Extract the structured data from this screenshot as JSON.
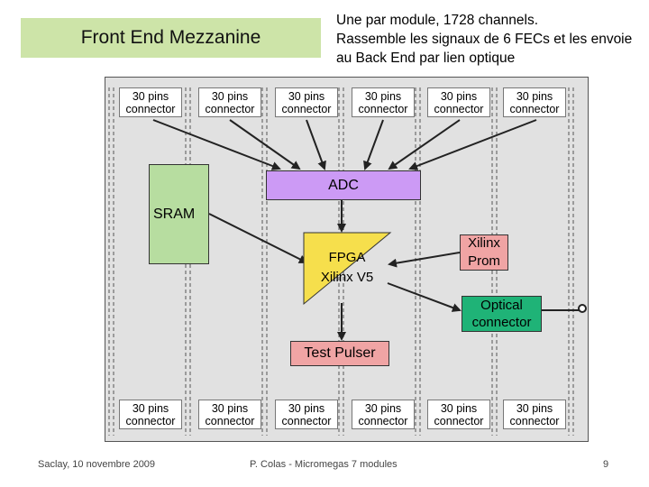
{
  "title": "Front End Mezzanine",
  "subtitle": "Une par module, 1728 channels.\nRassemble les signaux de 6 FECs et  les envoie au Back End par lien optique",
  "connector_label": "30 pins\nconnector",
  "blocks": {
    "adc": "ADC",
    "sram": "SRAM",
    "fpga": "FPGA\nXilinx V5",
    "xilinx_prom": "Xilinx\nProm",
    "optical": "Optical\nconnector",
    "test_pulser": "Test Pulser"
  },
  "footer": {
    "left": "Saclay, 10 novembre 2009",
    "center": "P. Colas -  Micromegas 7 modules",
    "page": "9"
  },
  "colors": {
    "title_bg": "#cde4a8",
    "board_bg": "#e1e1e1",
    "sram": "#b7dda0",
    "adc": "#cc9af5",
    "fpga": "#f6df4c",
    "xilinx_prom": "#f0a4a4",
    "optical": "#1fb377",
    "test_pulser": "#f0a4a4"
  }
}
